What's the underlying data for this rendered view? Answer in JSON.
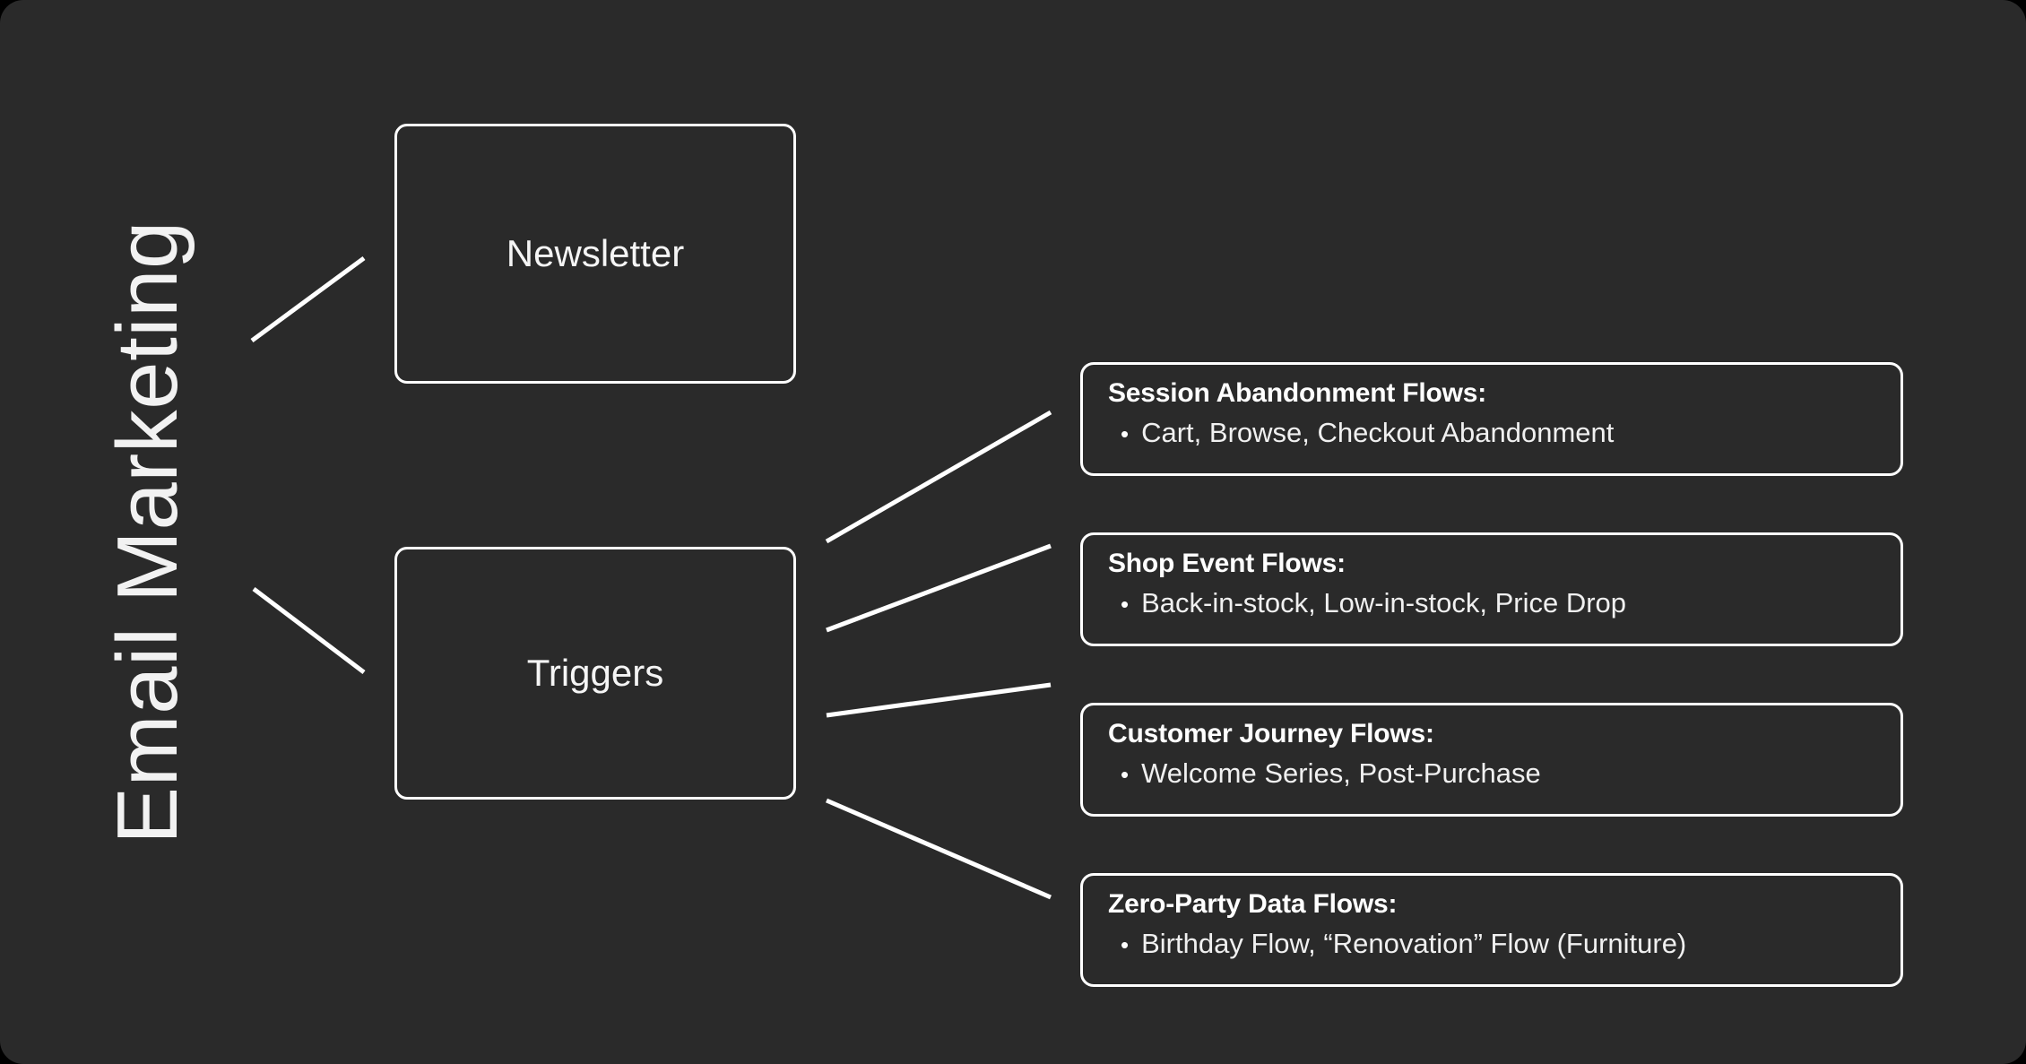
{
  "diagram": {
    "title": "Email Marketing",
    "background_color": "#2a2a2a",
    "line_color": "#ffffff",
    "text_color": "#f5f5f5",
    "nodes": [
      {
        "id": "newsletter",
        "label": "Newsletter"
      },
      {
        "id": "triggers",
        "label": "Triggers"
      }
    ],
    "cards": [
      {
        "id": "session",
        "title": "Session Abandonment Flows:",
        "bullet_marker": "•",
        "bullet": "Cart, Browse, Checkout Abandonment"
      },
      {
        "id": "shop",
        "title": "Shop Event Flows:",
        "bullet_marker": "•",
        "bullet": "Back-in-stock, Low-in-stock, Price Drop"
      },
      {
        "id": "journey",
        "title": "Customer Journey Flows:",
        "bullet_marker": "•",
        "bullet": "Welcome Series, Post-Purchase"
      },
      {
        "id": "zeroparty",
        "title": "Zero-Party Data Flows:",
        "bullet_marker": "•",
        "bullet": "Birthday Flow, “Renovation” Flow (Furniture)"
      }
    ],
    "connectors": [
      {
        "id": "title-to-newsletter",
        "from": "email-marketing",
        "to": "newsletter"
      },
      {
        "id": "title-to-triggers",
        "from": "email-marketing",
        "to": "triggers"
      },
      {
        "id": "triggers-to-session",
        "from": "triggers",
        "to": "session"
      },
      {
        "id": "triggers-to-shop",
        "from": "triggers",
        "to": "shop"
      },
      {
        "id": "triggers-to-journey",
        "from": "triggers",
        "to": "journey"
      },
      {
        "id": "triggers-to-zeroparty",
        "from": "triggers",
        "to": "zeroparty"
      }
    ]
  }
}
